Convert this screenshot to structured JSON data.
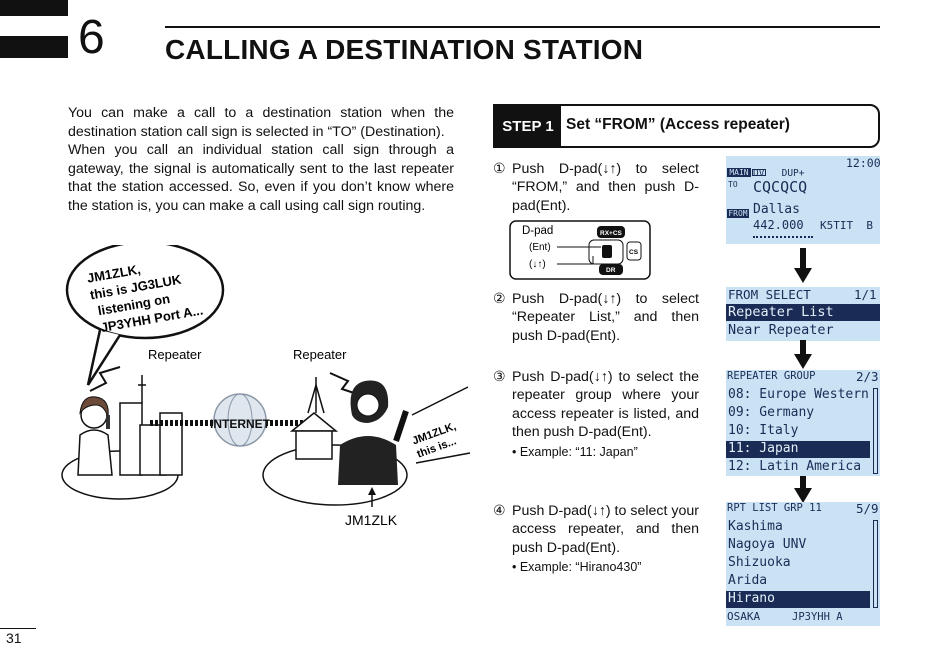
{
  "chapter": {
    "number": "6",
    "title": "CALLING A DESTINATION STATION"
  },
  "intro": {
    "p1": "You can make a call to a destination station when the destination station call sign is selected in “TO” (Destination).",
    "p2": "When you call an individual station call sign through a gateway, the signal is automatically sent to the last repeater that the station accessed. So, even if you don’t know where the station is, you can make a call using call sign routing."
  },
  "illustration": {
    "bubble_lines": [
      "JM1ZLK,",
      "this is JG3LUK",
      "listening on",
      "JP3YHH Port A..."
    ],
    "repeater_left": "Repeater",
    "repeater_right": "Repeater",
    "internet": "INTERNET",
    "reply_lines": [
      "JM1ZLK,",
      "this is..."
    ],
    "station": "JM1ZLK"
  },
  "step": {
    "tag": "STEP 1",
    "title": "Set “FROM” (Access repeater)"
  },
  "items": [
    {
      "num": "①",
      "text": "Push D-pad(↓↑) to select “FROM,” and then push D-pad(Ent).",
      "example": ""
    },
    {
      "num": "②",
      "text": "Push D-pad(↓↑) to select “Repeater List,” and then push D-pad(Ent).",
      "example": ""
    },
    {
      "num": "③",
      "text": "Push D-pad(↓↑) to select the repeater group where your access repeater is listed, and then push D-pad(Ent).",
      "example": "• Example: “11: Japan”"
    },
    {
      "num": "④",
      "text": "Push D-pad(↓↑) to select your access repeater, and then push D-pad(Ent).",
      "example": "• Example: “Hirano430”"
    }
  ],
  "dpad": {
    "label": "D-pad",
    "ent": "(Ent)",
    "updown": "(↓↑)",
    "rxcs": "RX+CS",
    "cs": "CS",
    "dr": "DR"
  },
  "screens": {
    "main": {
      "badge": "MAIN",
      "mode": "DV   DUP+",
      "clock": "12:00",
      "to_label": "TO",
      "to_value": "CQCQCQ",
      "from_label": "FROM",
      "from_value": "Dallas",
      "freq": "442.000",
      "callsign": "K5TIT  B"
    },
    "from_select": {
      "title": "FROM SELECT",
      "page": "1/1",
      "items": [
        "Repeater List",
        "Near Repeater"
      ]
    },
    "repeater_group": {
      "title": "REPEATER GROUP",
      "page": "2/3",
      "items": [
        "08: Europe Western",
        "09: Germany",
        "10: Italy",
        "11: Japan",
        "12: Latin America"
      ]
    },
    "rpt_list": {
      "title": "RPT LIST GRP 11",
      "page": "5/9",
      "items": [
        "Kashima",
        "Nagoya UNV",
        "Shizuoka",
        "Arida",
        "Hirano"
      ],
      "footer_left": "OSAKA",
      "footer_right": "JP3YHH A"
    }
  },
  "page": {
    "number": "31"
  },
  "colors": {
    "lcd_bg": "#c9e3f5",
    "lcd_fg": "#1a2c55"
  }
}
